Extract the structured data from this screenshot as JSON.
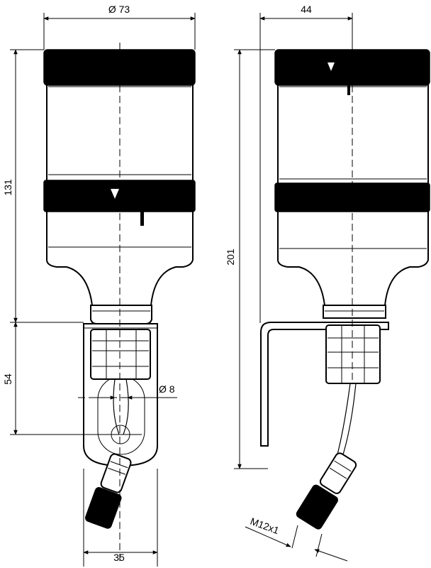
{
  "dimensions": {
    "diameter_top": "Ø 73",
    "width_side": "44",
    "height_body": "131",
    "height_total": "201",
    "height_bracket": "54",
    "diameter_cable": "Ø 8",
    "width_bottom": "35",
    "connector_thread": "M12x1"
  }
}
